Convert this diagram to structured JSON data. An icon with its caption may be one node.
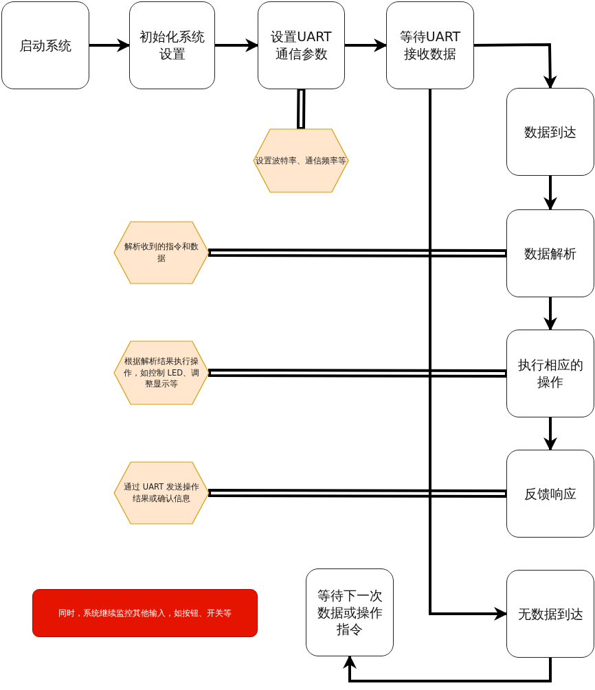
{
  "diagram": {
    "nodes": [
      {
        "text": [
          "启动系统"
        ]
      },
      {
        "text": [
          "初始化系统设置"
        ]
      },
      {
        "text": [
          "设置UART通信参数"
        ]
      },
      {
        "text": [
          "等待UART接收数据"
        ]
      },
      {
        "text": [
          "数据到达"
        ]
      },
      {
        "text": [
          "设置波特率、通信频率等"
        ]
      },
      {
        "text": [
          "解析收到的指令和数据"
        ]
      },
      {
        "text": [
          "数据解析"
        ]
      },
      {
        "text": [
          "根据解析结果执行操作，如控制 LED、调整显示等"
        ]
      },
      {
        "text": [
          "执行相应的操作"
        ]
      },
      {
        "text": [
          "通过 UART 发送操作结果或确认信息"
        ]
      },
      {
        "text": [
          "反馈响应"
        ]
      },
      {
        "text": [
          "同时，系统继续监控其他输入，如按钮、开关等"
        ]
      },
      {
        "text": [
          "等待下一次数据或操作指令"
        ]
      },
      {
        "text": [
          "无数据到达"
        ]
      }
    ],
    "edges": [
      {
        "from": 0,
        "to": 1,
        "arrow": "to"
      },
      {
        "from": 1,
        "to": 2,
        "arrow": "to"
      },
      {
        "from": 2,
        "to": 3,
        "arrow": "to"
      },
      {
        "from": 3,
        "to": 4,
        "arrow": "to"
      },
      {
        "from": 2,
        "to": 5,
        "arrow": "none"
      },
      {
        "from": 4,
        "to": 7,
        "arrow": "to"
      },
      {
        "from": 6,
        "to": 7,
        "arrow": "none"
      },
      {
        "from": 7,
        "to": 9,
        "arrow": "to"
      },
      {
        "from": 8,
        "to": 9,
        "arrow": "none"
      },
      {
        "from": 9,
        "to": 11,
        "arrow": "to"
      },
      {
        "from": 10,
        "to": 11,
        "arrow": "none"
      },
      {
        "from": 3,
        "to": 14,
        "arrow": "to"
      },
      {
        "from": 14,
        "to": 13,
        "arrow": "to"
      }
    ]
  }
}
